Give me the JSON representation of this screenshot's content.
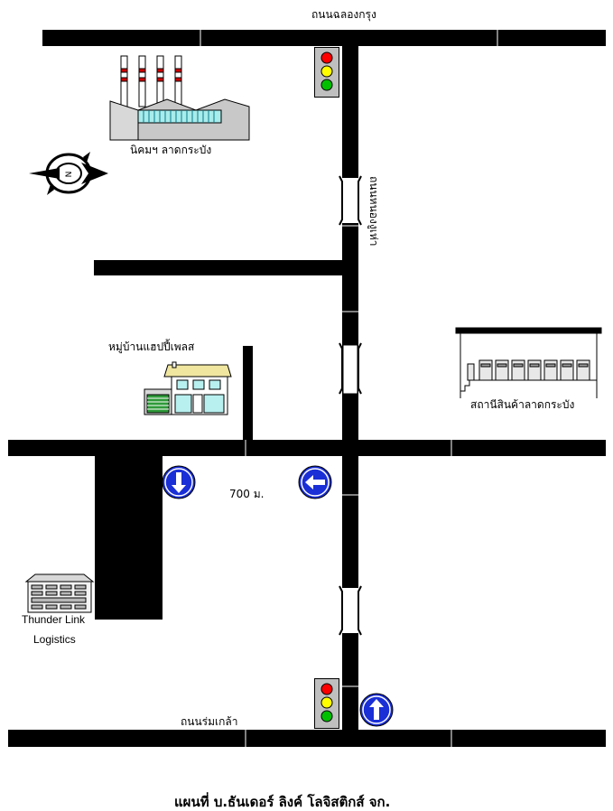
{
  "map": {
    "roads": {
      "top": "ถนนฉลองกรุง",
      "vertical": "ถนนหนองงูเห่า",
      "bottom": "ถนนร่มเกล้า"
    },
    "places": {
      "industrial_estate": "นิคมฯ ลาดกระบัง",
      "village": "หมู่บ้านแฮปปี้เพลส",
      "station": "สถานีสินค้าลาดกระบัง",
      "company_line1": "Thunder Link",
      "company_line2": "Logistics"
    },
    "compass_letter": "N",
    "distance": "700 ม.",
    "title": "แผนที่ บ.ธันเดอร์ ลิงค์ โลจิสติกส์ จก.",
    "icons": [
      "traffic-light-icon",
      "compass-icon",
      "factory-icon",
      "house-icon",
      "warehouse-icon",
      "office-building-icon",
      "arrow-down-sign-icon",
      "arrow-left-sign-icon",
      "arrow-up-sign-icon",
      "bridge-icon"
    ],
    "colors": {
      "road": "#000000",
      "sign_blue": "#1a2fd6",
      "light_red": "#ff0000",
      "light_yellow": "#ffff00",
      "light_green": "#00c000",
      "glass": "#b8f0f0"
    }
  }
}
